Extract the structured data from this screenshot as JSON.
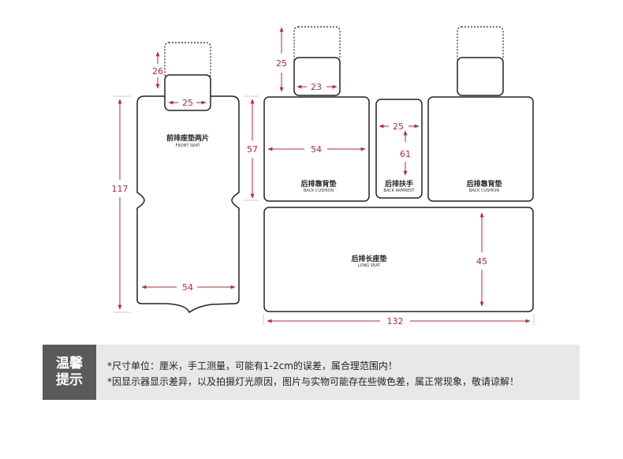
{
  "colors": {
    "dimension": "#c0272d",
    "outline": "#222222",
    "tip_label_bg": "#5a5a5a",
    "tip_bar_bg": "#e8e8e8"
  },
  "pieces": {
    "front_seat": {
      "cn": "前排座垫两片",
      "en": "FRONT SEAT"
    },
    "back_cushion_left": {
      "cn": "后排靠背垫",
      "en": "BACK CUSHION"
    },
    "back_armrest": {
      "cn": "后排扶手",
      "en": "BACK ARMREST"
    },
    "back_cushion_right": {
      "cn": "后排靠背垫",
      "en": "BACK CUSHION"
    },
    "long_seat": {
      "cn": "后排长座垫",
      "en": "LONG SEAT"
    }
  },
  "dimensions": {
    "front_headrest_height": "26",
    "front_headrest_width": "25",
    "front_seat_height": "117",
    "front_seat_width": "54",
    "rear_headrest_height": "25",
    "rear_headrest_width": "23",
    "back_cushion_height": "57",
    "back_cushion_width": "54",
    "armrest_width": "25",
    "armrest_height": "61",
    "long_seat_height": "45",
    "long_seat_width": "132"
  },
  "tips": {
    "label_line1": "温馨",
    "label_line2": "提示",
    "line1": "*尺寸单位：厘米，手工测量，可能有1-2cm的误差，属合理范围内！",
    "line2": "*因显示器显示差异，以及拍摄灯光原因，图片与实物可能存在些微色差，属正常现象，敬请谅解！"
  }
}
